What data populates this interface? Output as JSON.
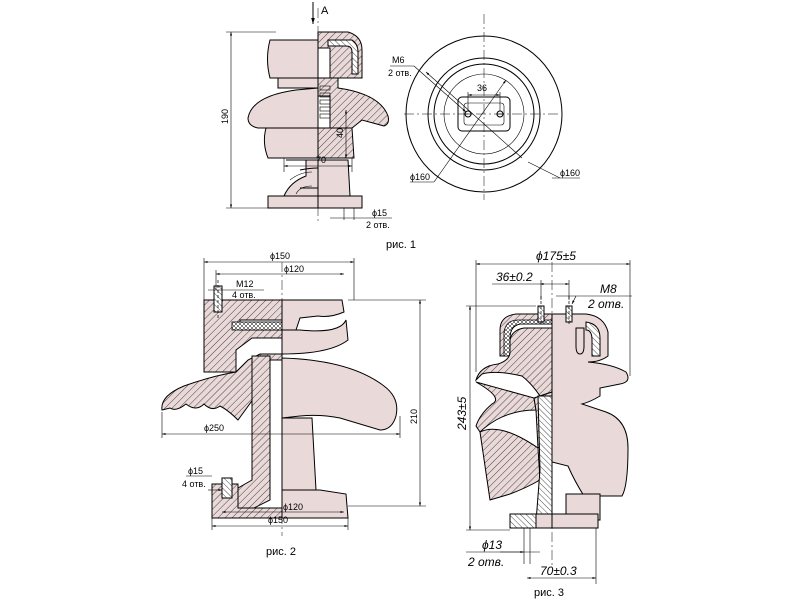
{
  "view_mark": "A",
  "fig1": {
    "caption": "рис. 1",
    "dim_height": "190",
    "dim_40": "40",
    "dim_70": "70",
    "hole_dia": "ϕ15",
    "hole_count": "2 отв.",
    "thread": "М6",
    "thread_count": "2 отв.",
    "dim_36": "36",
    "dia_left": "ϕ160",
    "dia_right": "ϕ160"
  },
  "fig2": {
    "caption": "рис. 2",
    "dia_top": "ϕ150",
    "dia_inner_top": "ϕ120",
    "thread": "М12",
    "thread_count": "4 отв.",
    "dia_shed": "ϕ250",
    "dim_height": "210",
    "hole_dia": "ϕ15",
    "hole_count": "4 отв.",
    "dia_inner_bottom": "ϕ120",
    "dia_bottom": "ϕ150"
  },
  "fig3": {
    "caption": "рис. 3",
    "dia_top": "ϕ175±5",
    "dim_36": "36±0.2",
    "thread": "М8",
    "thread_count": "2 отв.",
    "dim_height": "243±5",
    "hole_dia": "ϕ13",
    "hole_count": "2 отв.",
    "dim_70": "70±0.3"
  }
}
